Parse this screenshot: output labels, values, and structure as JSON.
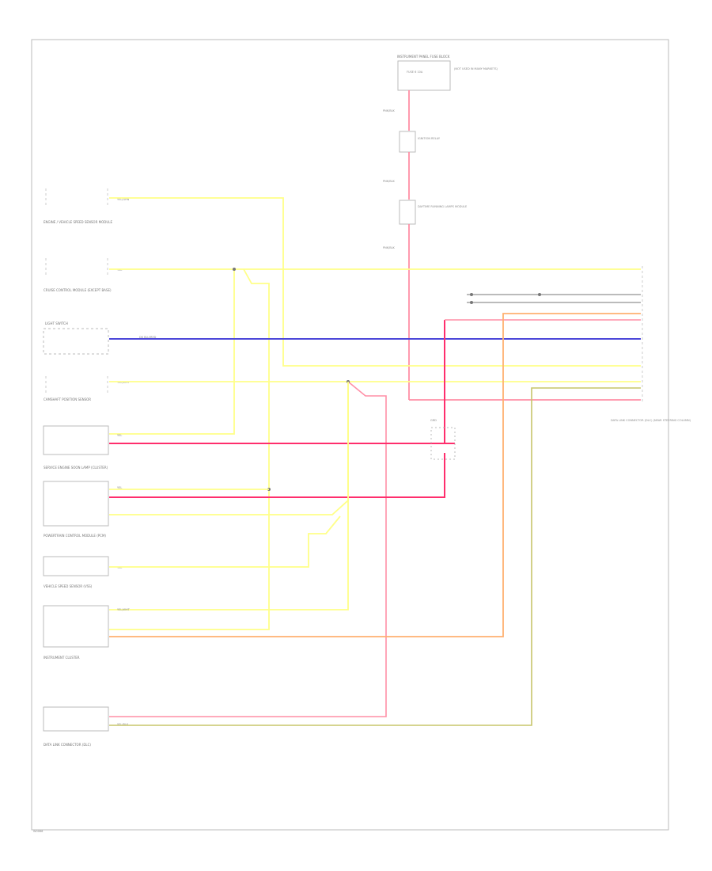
{
  "diagram": {
    "corner_code": "W0066",
    "colors": {
      "yellow": "#ffff88",
      "pink": "#ff8fa6",
      "red": "#ff2e6d",
      "blue": "#4c47d9",
      "orange": "#ffb070",
      "olive": "#c7c56a",
      "grey": "#777777"
    },
    "fuse_block": {
      "title": "INSTRUMENT PANEL FUSE BLOCK",
      "fuse": "FUSE 6 10A",
      "note": "(NOT USED IN MANY MARKETS)"
    },
    "rel_1": "PNK/BLK",
    "rel_2": "PNK/BLK",
    "rel_3": "PNK/BLK",
    "ignition_relay": "IGNITION RELAY",
    "dim_relay": "DAYTIME RUNNING LAMPS MODULE",
    "components": [
      {
        "name": "ENGINE / VEHICLE SPEED SENSOR MODULE",
        "wire": "YEL/GRN"
      },
      {
        "name": "CRUISE CONTROL MODULE (EXCEPT BASE)",
        "wire": "YEL"
      },
      {
        "name": "LIGHT SWITCH",
        "wire": "DK BLU/RED"
      },
      {
        "name": "CAMSHAFT POSITION SENSOR",
        "wire": "YEL/WHT"
      },
      {
        "name": "SERVICE ENGINE SOON LAMP (CLUSTER)",
        "wire": "YEL"
      },
      {
        "name": "POWERTRAIN CONTROL MODULE (PCM)",
        "wire": "YEL"
      },
      {
        "name": "VEHICLE SPEED SENSOR (VSS)",
        "wire": "YEL"
      },
      {
        "name": "INSTRUMENT CLUSTER",
        "wire": "YEL/WHT"
      },
      {
        "name": "DATA LINK CONNECTOR (DLC)",
        "wire": "YEL/BLK"
      }
    ],
    "connector": {
      "title": "DATA LINK CONNECTOR (DLC) (NEAR STEERING COLUMN)"
    },
    "ground": "GRD"
  }
}
